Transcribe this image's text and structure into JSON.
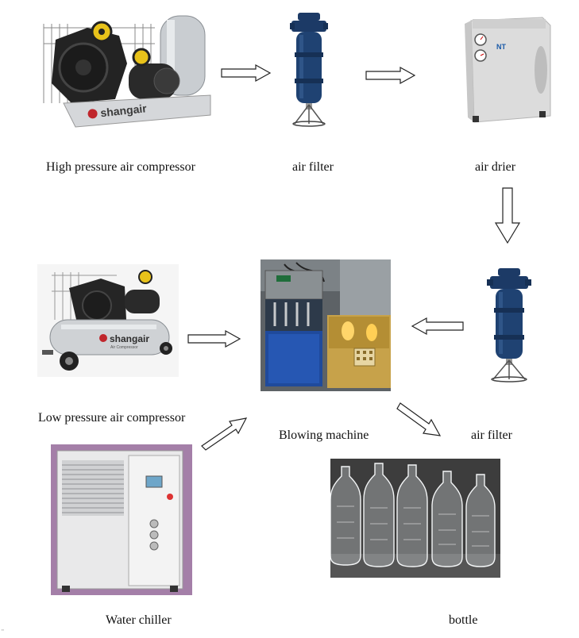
{
  "labels": {
    "high_compressor": "High pressure air compressor",
    "air_filter_1": "air filter",
    "air_drier": "air drier",
    "low_compressor": "Low pressure air compressor",
    "blowing_machine": "Blowing machine",
    "air_filter_2": "air filter",
    "water_chiller": "Water chiller",
    "bottle": "bottle"
  },
  "brand": {
    "shangair": "shangair",
    "sub": "Air Compressor",
    "drier_logo": "NT"
  },
  "colors": {
    "filter_blue": "#1c3a66",
    "compressor_dark": "#222222",
    "accent_yellow": "#e8c21a",
    "brand_red": "#c0262c",
    "chiller_bg": "#a47fa8",
    "bottle_bg": "#3a3a3a"
  },
  "corner_mark": "\""
}
